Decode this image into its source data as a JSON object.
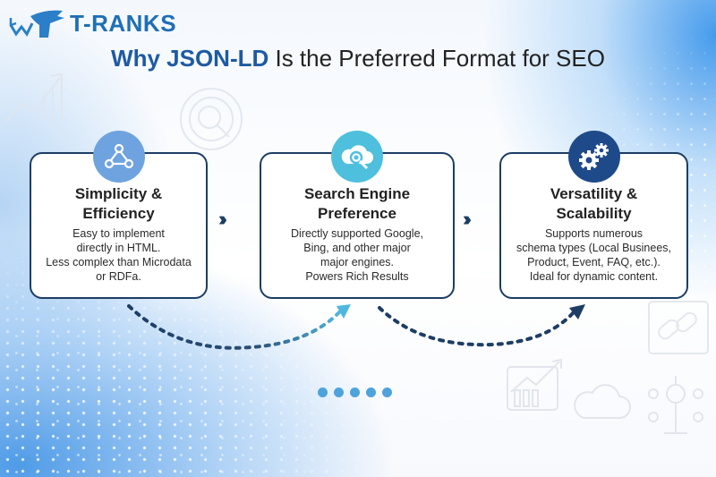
{
  "brand": {
    "name": "T-RANKS",
    "color": "#1f6fb5"
  },
  "title": {
    "highlight": "Why JSON-LD",
    "rest": " Is the Preferred Format for SEO",
    "highlight_color": "#1e5aa3"
  },
  "cards": [
    {
      "icon": "network-nodes-icon",
      "icon_color": "#6fa3e0",
      "title_line1": "Simplicity &",
      "title_line2": "Efficiency",
      "desc": [
        "Easy to implement",
        "directly in HTML.",
        "Less complex than Microdata",
        "or RDFa."
      ]
    },
    {
      "icon": "cloud-search-icon",
      "icon_color": "#4ec0dd",
      "title_line1": "Search Engine",
      "title_line2": "Preference",
      "desc": [
        "Directly supported Google,",
        "Bing, and other major",
        "major engines.",
        "Powers Rich Results"
      ]
    },
    {
      "icon": "gears-icon",
      "icon_color": "#1e4a8a",
      "title_line1": "Versatility &",
      "title_line2": "Scalability",
      "desc": [
        "Supports numerous",
        "schema types (Local Businees,",
        "Product, Event, FAQ, etc.).",
        "Ideal for dynamic content."
      ]
    }
  ],
  "connectors": {
    "chevron": "›››",
    "color": "#1d3d64"
  },
  "pagination": {
    "count": 5,
    "color": "#4fa3dc"
  }
}
